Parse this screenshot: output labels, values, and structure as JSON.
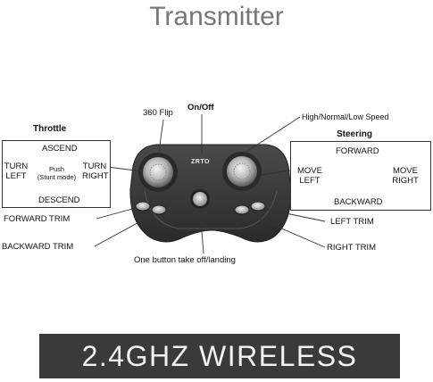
{
  "title": "Transmitter",
  "labels": {
    "flip": "360 Flip",
    "on_off": "On/Off",
    "speed": "High/Normal/Low Speed",
    "forward_trim": "FORWARD TRIM",
    "backward_trim": "BACKWARD TRIM",
    "left_trim": "LEFT TRIM",
    "right_trim": "RIGHT TRIM",
    "takeoff_landing": "One button take off/landing",
    "brand": "ZRTO"
  },
  "throttle": {
    "heading": "Throttle",
    "ascend": "ASCEND",
    "descend": "DESCEND",
    "turn_left_1": "TURN",
    "turn_left_2": "LEFT",
    "turn_right_1": "TURN",
    "turn_right_2": "RIGHT",
    "push_1": "Push",
    "push_2": "(Stunt mode)"
  },
  "steering": {
    "heading": "Steering",
    "forward": "FORWARD",
    "backward": "BACKWARD",
    "move_left_1": "MOVE",
    "move_left_2": "LEFT",
    "move_right_1": "MOVE",
    "move_right_2": "RIGHT"
  },
  "banner": "2.4GHZ  WIRELESS",
  "colors": {
    "title": "#777777",
    "banner_bg": "#3a3a3a",
    "controller_body": "#3c3c3c"
  }
}
